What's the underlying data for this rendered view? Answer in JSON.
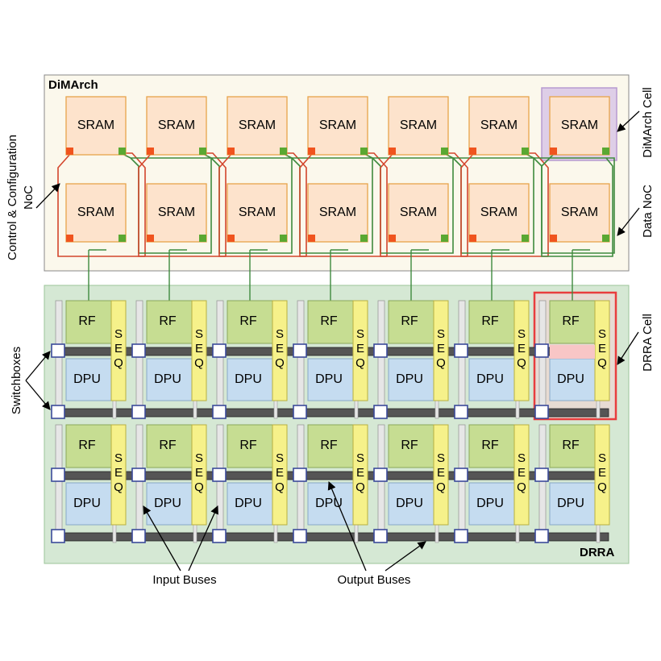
{
  "dimarch": {
    "title": "DiMArch",
    "cell_label": "SRAM",
    "cell_annotation": "DiMArch Cell",
    "noc_annotation": "Data NoC",
    "control_noc_line1": "Control & Configuration",
    "control_noc_line2": "NoC"
  },
  "drra": {
    "title": "DRRA",
    "rf_label": "RF",
    "dpu_label": "DPU",
    "seq_letters": [
      "S",
      "E",
      "Q"
    ],
    "cell_annotation": "DRRA Cell",
    "switchboxes_label": "Switchboxes",
    "input_buses_label": "Input Buses",
    "output_buses_label": "Output Buses"
  },
  "grid": {
    "columns": 7,
    "dimarch_rows": 2,
    "drra_rows": 2
  },
  "colors": {
    "dimarch_bg": "#fbf8ec",
    "drra_bg": "#d5e8d4",
    "sram_fill": "#fde3cc",
    "sram_stroke": "#e8a34a",
    "noc_red": "#d3452c",
    "noc_green": "#3e8a3e",
    "port_red": "#f0541e",
    "port_green": "#5aa832",
    "rf_fill": "#c6dd92",
    "dpu_fill": "#c5dcf0",
    "seq_fill": "#f6f18a",
    "bus_fill": "#555555",
    "highlight_purple": "#d7c3e6",
    "highlight_red": "#e83d3d",
    "highlight_pink": "#f8c6c6"
  }
}
